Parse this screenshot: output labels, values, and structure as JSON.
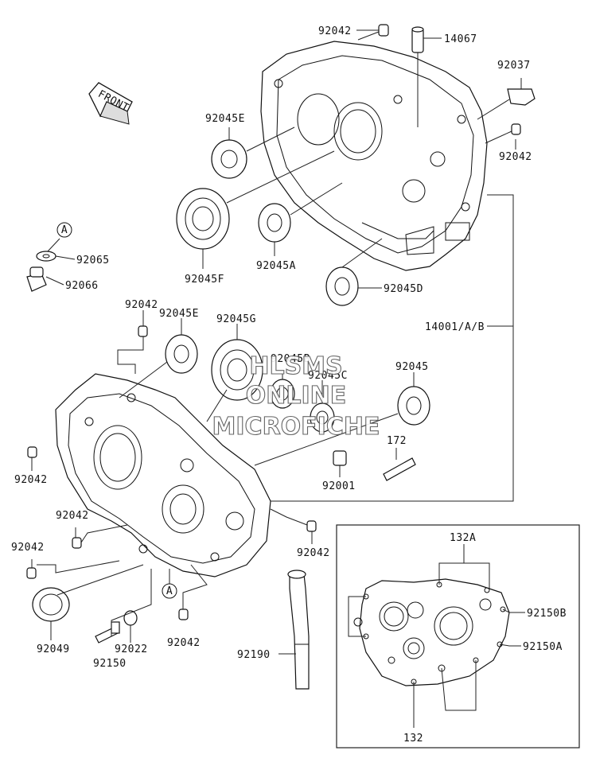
{
  "labels": {
    "p92042_top": "92042",
    "p14067": "14067",
    "p92037": "92037",
    "p92042_right": "92042",
    "p92045E_top": "92045E",
    "p92045F": "92045F",
    "p92045A": "92045A",
    "p92045D": "92045D",
    "p92065": "92065",
    "p92066": "92066",
    "ref_a_top": "A",
    "p92042_mid": "92042",
    "p92045E_mid": "92045E",
    "p92045G": "92045G",
    "p92045B": "92045B",
    "p92045C": "92045C",
    "p92045": "92045",
    "p14001": "14001/A/B",
    "p172": "172",
    "p92001": "92001",
    "p92042_left": "92042",
    "p92042_l2": "92042",
    "p92042_l3": "92042",
    "p92042_r2": "92042",
    "ref_a_bottom": "A",
    "p92049": "92049",
    "p92022": "92022",
    "p92150": "92150",
    "p92042_bottom": "92042",
    "p92190": "92190",
    "p132A": "132A",
    "p92150B": "92150B",
    "p92150A": "92150A",
    "p132": "132",
    "front_arrow": "FRONT"
  },
  "watermark": {
    "line1": "HLSMS",
    "line2": "ONLINE",
    "line3": "MICROFICHE"
  }
}
